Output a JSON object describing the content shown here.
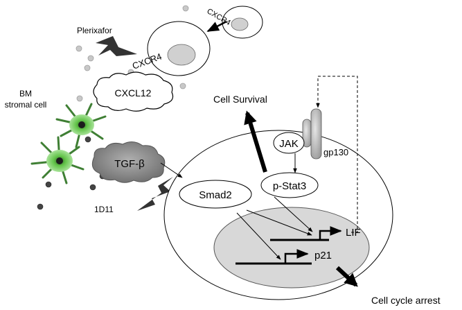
{
  "labels": {
    "plerixafor": "Plerixafor",
    "cxcr4_small": "CXCR4",
    "cxcr4_big": "CXCR4",
    "bm_line1": "BM",
    "bm_line2": "stromal cell",
    "cxcl12": "CXCL12",
    "tgf_beta": "TGF-β",
    "antibody_1d11": "1D11",
    "cell_survival": "Cell Survival",
    "jak": "JAK",
    "gp130": "gp130",
    "p_stat3": "p-Stat3",
    "smad2": "Smad2",
    "lif": "LIF",
    "p21": "p21",
    "cell_cycle_arrest": "Cell cycle arrest"
  },
  "colors": {
    "stroke": "#000000",
    "nucleus_fill": "#d8d8d8",
    "stromal_cell_green": "#63c44a",
    "tgf_cloud": "#8c8c8c",
    "light_dots": "#c8c8c8",
    "dark_dots": "#444444",
    "lightning": "#333333"
  },
  "icons": {
    "lightning_1": "lightning-bolt-icon",
    "lightning_2": "lightning-bolt-icon",
    "gene_arrow": "transcription-start-arrow-icon"
  }
}
